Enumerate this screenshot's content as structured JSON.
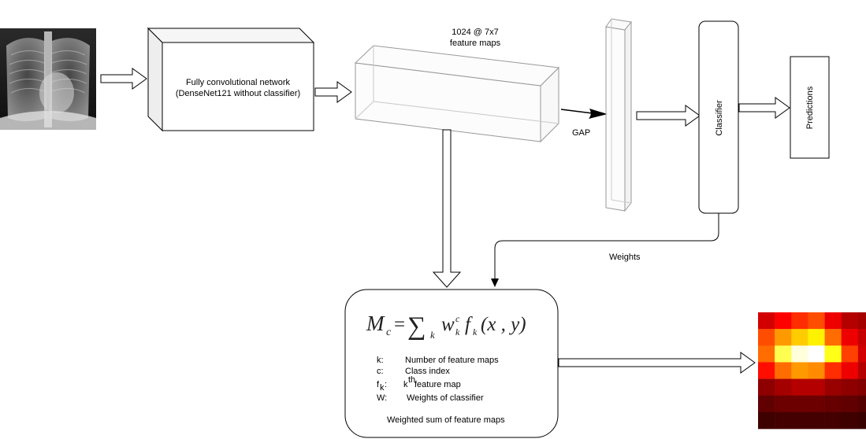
{
  "diagram": {
    "fcn_label_line1": "Fully convolutional network",
    "fcn_label_line2": "(DenseNet121 without classifier)",
    "feature_maps_line1": "1024 @ 7x7",
    "feature_maps_line2": "feature maps",
    "gap_label": "GAP",
    "classifier_label": "Classifier",
    "predictions_label": "Predictions",
    "weights_label": "Weights",
    "formula": {
      "M": "M",
      "c_sub": "c",
      "equals": "=",
      "sigma": "∑",
      "k_sub": "k",
      "w": "w",
      "w_sup": "c",
      "w_sub": "k",
      "f": "f",
      "f_sub": "k",
      "args": "(x , y)"
    },
    "legend": [
      {
        "key": "k:",
        "text": "Number of feature maps"
      },
      {
        "key": "c:",
        "text": "Class index"
      },
      {
        "key": "f",
        "key_sub": "k",
        "key_colon": ":",
        "text_pre": "k",
        "text_sup": "th",
        "text_post": " feature map"
      },
      {
        "key": "W:",
        "text": "Weights of classifier"
      }
    ],
    "summary": "Weighted sum of feature maps"
  },
  "heatmap": {
    "rows": 7,
    "cols": 7,
    "values": [
      [
        0.3,
        0.38,
        0.45,
        0.5,
        0.35,
        0.25,
        0.22
      ],
      [
        0.5,
        0.62,
        0.7,
        0.76,
        0.55,
        0.35,
        0.28
      ],
      [
        0.55,
        0.85,
        0.97,
        1.0,
        0.8,
        0.48,
        0.3
      ],
      [
        0.4,
        0.55,
        0.62,
        0.6,
        0.45,
        0.35,
        0.25
      ],
      [
        0.18,
        0.22,
        0.25,
        0.25,
        0.2,
        0.18,
        0.16
      ],
      [
        0.1,
        0.12,
        0.12,
        0.12,
        0.11,
        0.1,
        0.08
      ],
      [
        0.04,
        0.05,
        0.05,
        0.05,
        0.05,
        0.04,
        0.03
      ]
    ]
  },
  "colors": {
    "line": "#000000",
    "box_edge": "#444444",
    "prism_line": "#999999",
    "xray_bg": "#1b1b1b"
  }
}
